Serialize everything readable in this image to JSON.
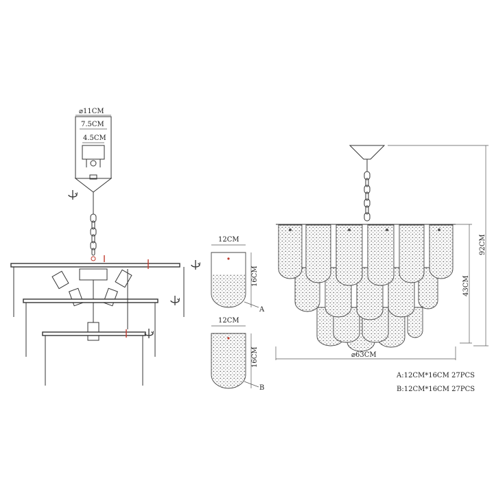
{
  "ceiling_cup": {
    "diameter_label": "⌀11CM",
    "inner_width_label": "7.5CM",
    "hole_spacing_label": "4.5CM"
  },
  "panel_a": {
    "width_label": "12CM",
    "height_label": "16CM",
    "callout": "A"
  },
  "panel_b": {
    "width_label": "12CM",
    "height_label": "16CM",
    "callout": "B"
  },
  "assembled": {
    "diameter_label": "⌀63CM",
    "body_height_label": "43CM",
    "total_height_label": "92CM"
  },
  "parts_list": [
    {
      "text": "A:12CM*16CM   27PCS"
    },
    {
      "text": "B:12CM*16CM   27PCS"
    }
  ],
  "colors": {
    "line": "#333333",
    "accent": "#c0392b"
  }
}
